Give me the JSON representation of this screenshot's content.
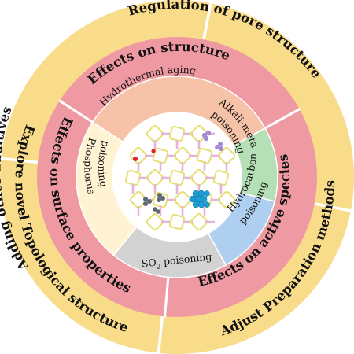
{
  "colors": {
    "outer_ring": "#f9dc8a",
    "middle_ring": "#ef9aa3",
    "hydrothermal": "#f6c3a8",
    "alkali_metal": "#b5dfb4",
    "hydrocarbon": "#aecff0",
    "so2": "#d2d2d2",
    "phosphorus": "#fff3d3",
    "center": "#ffffff",
    "framework_stroke": "#e8e17a",
    "framework_node": "#e4b4da",
    "divider": "#ffffff"
  },
  "outer_ring": {
    "adding_additives": "Adding other additives",
    "regulation_pore": "Regulation of pore structure",
    "explore_topological": "Explore novel Topological structure",
    "adjust_preparation": "Adjust Preparation methods"
  },
  "middle_ring": {
    "effects_structure": "Effects on structure",
    "effects_surface": "Effects on surface properties",
    "effects_active_species": "Effects on active species"
  },
  "inner_ring": {
    "hydrothermal": "Hydrothermal aging",
    "alkali_line1": "Alkali-metal",
    "alkali_line2": "poisoning",
    "hydrocarbon_line1": "Hydrocarbon",
    "hydrocarbon_line2": "poisoning",
    "so2_main": "SO",
    "so2_sub": "2",
    "so2_rest": " poisoning",
    "phosphorus_line1": "Phosphorus",
    "phosphorus_line2": "poisoning"
  },
  "icons": {
    "center": "zeolite-framework-icon"
  }
}
